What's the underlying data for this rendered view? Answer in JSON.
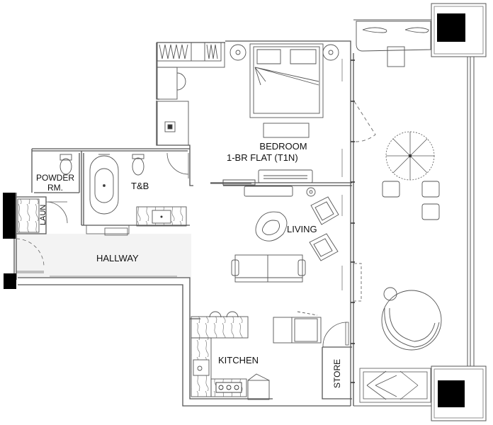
{
  "plan": {
    "title": "1-BR FLAT (T1N)",
    "colors": {
      "wall": "#555555",
      "line": "#444444",
      "light_fill": "#f4f4f4",
      "column": "#000000",
      "background": "#ffffff"
    },
    "rooms": {
      "bedroom": {
        "label": "BEDROOM",
        "sublabel": "1-BR FLAT (T1N)"
      },
      "powder_room": {
        "line1": "POWDER",
        "line2": "RM."
      },
      "tb": {
        "label": "T&B"
      },
      "laundry": {
        "label": "LAUN"
      },
      "hallway": {
        "label": "HALLWAY"
      },
      "living": {
        "label": "LIVING"
      },
      "kitchen": {
        "label": "KITCHEN"
      },
      "store": {
        "label": "STORE"
      }
    },
    "furniture_icons": [
      "bed-icon",
      "nightstand-lamp-icon",
      "wardrobe-icon",
      "desk-chair-icon",
      "bathtub-icon",
      "toilet-icon",
      "vanity-sink-icon",
      "washer-icon",
      "sofa-icon",
      "armchair-icon",
      "coffee-table-icon",
      "tv-console-icon",
      "bar-stool-icon",
      "cooktop-icon",
      "kitchen-sink-icon",
      "tree-icon",
      "lounge-chair-icon",
      "round-daybed-icon",
      "planter-icon",
      "column-icon"
    ]
  }
}
